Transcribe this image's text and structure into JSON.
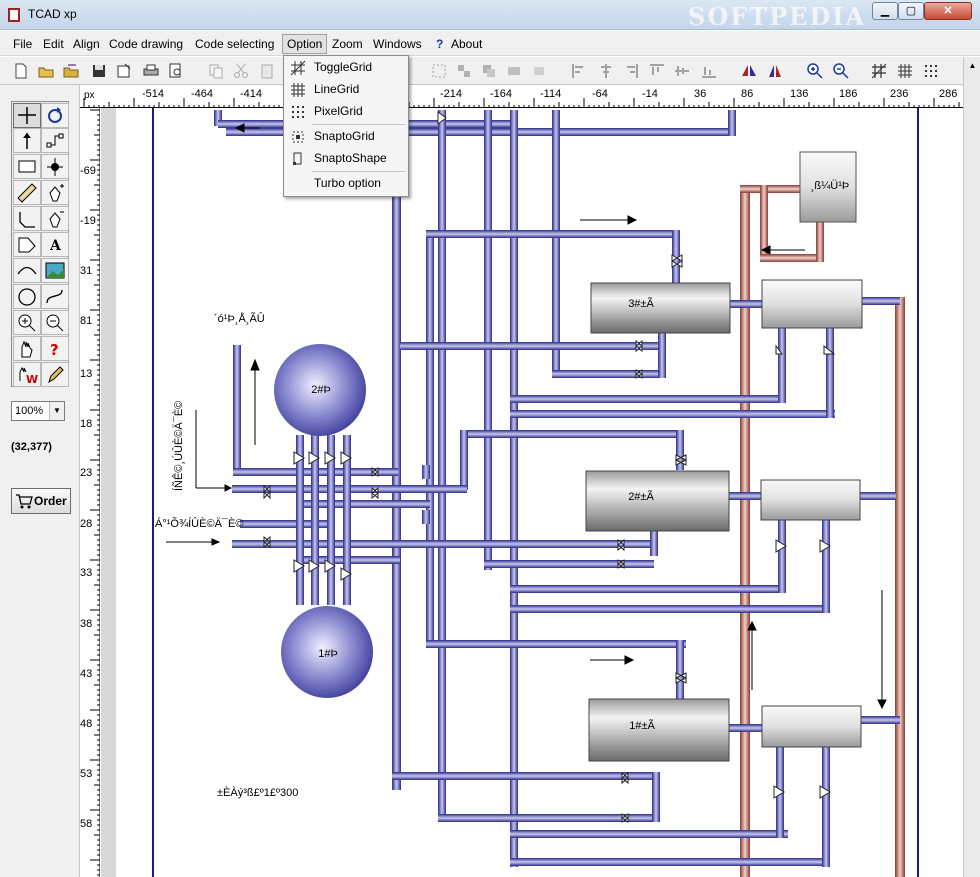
{
  "window": {
    "title": "TCAD xp",
    "watermark": "SOFTPEDIA"
  },
  "menubar": {
    "items": [
      "File",
      "Edit",
      "Align",
      "Code drawing",
      "Code selecting",
      "Option",
      "Zoom",
      "Windows",
      "About"
    ],
    "open_menu": "Option",
    "about_icon": "?"
  },
  "option_menu": {
    "items": [
      "ToggleGrid",
      "LineGrid",
      "PixelGrid",
      "SnaptoGrid",
      "SnaptoShape",
      "Turbo option"
    ]
  },
  "left_panel": {
    "zoom_value": "100%",
    "coordinates": "(32,377)",
    "order_label": "Order"
  },
  "ruler": {
    "unit": "px",
    "top_labels": [
      "-514",
      "-464",
      "-414",
      "-214",
      "-164",
      "-114",
      "-64",
      "-14",
      "36",
      "86",
      "136",
      "186",
      "236",
      "286"
    ],
    "left_labels": [
      "-69",
      "-19",
      "31",
      "81",
      "13",
      "18",
      "23",
      "28",
      "33",
      "38",
      "43",
      "48",
      "53",
      "58"
    ]
  },
  "diagram": {
    "tanks": [
      "2#Þ",
      "1#Þ"
    ],
    "vessels": [
      "3#±Ã",
      "2#±Ã",
      "1#±Ã"
    ],
    "top_box": "¸ß¼Ü¹Þ",
    "labels": [
      "´ó¹Þ¸Å¸ÃÛ",
      "ÍÑÊ©¸ÚÛÈ©Ä¯È©",
      "Á°¹Õ¾ÍÛÈ©Ä¯È©",
      "±ÈÀý³ß£º1£º300"
    ]
  },
  "colors": {
    "pipe_blue": "#5a5ab0",
    "pipe_red": "#b8706a",
    "border_blue": "#1a1a80"
  }
}
